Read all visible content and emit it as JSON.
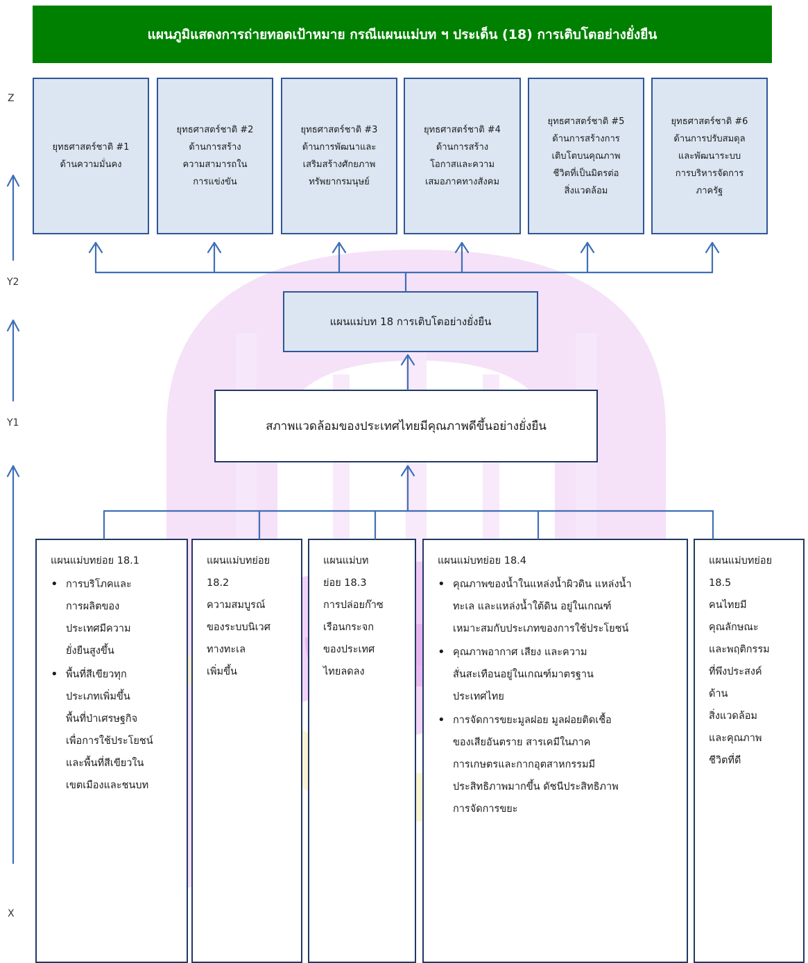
{
  "header": {
    "title": "แผนภูมิแสดงการถ่ายทอดเป้าหมาย กรณีแผนแม่บท ฯ ประเด็น (18) การเติบโตอย่างยั่งยืน"
  },
  "axis": {
    "z": "Z",
    "y2": "Y2",
    "y1": "Y1",
    "x": "X"
  },
  "strategies": [
    {
      "lines": [
        "ยุทธศาสตร์ชาติ #1",
        "ด้านความมั่นคง"
      ]
    },
    {
      "lines": [
        "ยุทธศาสตร์ชาติ #2",
        "ด้านการสร้าง",
        "ความสามารถใน",
        "การแข่งขัน"
      ]
    },
    {
      "lines": [
        "ยุทธศาสตร์ชาติ #3",
        "ด้านการพัฒนาและ",
        "เสริมสร้างศักยภาพ",
        "ทรัพยากรมนุษย์"
      ]
    },
    {
      "lines": [
        "ยุทธศาสตร์ชาติ #4",
        "ด้านการสร้าง",
        "โอกาสและความ",
        "เสมอภาคทางสังคม"
      ]
    },
    {
      "lines": [
        "ยุทธศาสตร์ชาติ #5",
        "ด้านการสร้างการ",
        "เติบโตบนคุณภาพ",
        "ชีวิตที่เป็นมิตรต่อ",
        "สิ่งแวดล้อม"
      ]
    },
    {
      "lines": [
        "ยุทธศาสตร์ชาติ #6",
        "ด้านการปรับสมดุล",
        "และพัฒนาระบบ",
        "การบริหารจัดการ",
        "ภาครัฐ"
      ]
    }
  ],
  "master_plan": {
    "label": "แผนแม่บท 18 การเติบโตอย่างยั่งยืน"
  },
  "goal": {
    "label": "สภาพแวดล้อมของประเทศไทยมีคุณภาพดีขึ้นอย่างยั่งยืน"
  },
  "sub_plans": [
    {
      "title": "แผนแม่บทย่อย 18.1",
      "bullets": [
        [
          "การบริโภคและ",
          "การผลิตของ",
          "ประเทศมีความ",
          "ยั่งยืนสูงขึ้น"
        ],
        [
          "พื้นที่สีเขียวทุก",
          "ประเภทเพิ่มขึ้น",
          "พื้นที่ป่าเศรษฐกิจ",
          "เพื่อการใช้ประโยชน์",
          "และพื้นที่สีเขียวใน",
          "เขตเมืองและชนบท"
        ]
      ]
    },
    {
      "lines": [
        "แผนแม่บทย่อย",
        "18.2",
        "ความสมบูรณ์",
        "ของระบบนิเวศ",
        "ทางทะเล",
        "เพิ่มขึ้น"
      ]
    },
    {
      "lines": [
        "แผนแม่บท",
        "ย่อย 18.3",
        "การปล่อยก๊าซ",
        "เรือนกระจก",
        "ของประเทศ",
        "ไทยลดลง"
      ]
    },
    {
      "title": "แผนแม่บทย่อย 18.4",
      "bullets": [
        [
          "คุณภาพของน้ำในแหล่งน้ำผิวดิน แหล่งน้ำ",
          "ทะเล และแหล่งน้ำใต้ดิน อยู่ในเกณฑ์",
          "เหมาะสมกับประเภทของการใช้ประโยชน์"
        ],
        [
          "คุณภาพอากาศ เสียง และความ",
          "สั่นสะเทือนอยู่ในเกณฑ์มาตรฐาน",
          "ประเทศไทย"
        ],
        [
          "การจัดการขยะมูลฝอย มูลฝอยติดเชื้อ",
          "ของเสียอันตราย สารเคมีในภาค",
          "การเกษตรและกากอุตสาหกรรมมี",
          "ประสิทธิภาพมากขึ้น ดัชนีประสิทธิภาพ",
          "การจัดการขยะ"
        ]
      ]
    },
    {
      "lines": [
        "แผนแม่บทย่อย",
        "18.5",
        "คนไทยมี",
        "คุณลักษณะ",
        "และพฤติกรรม",
        "ที่พึงประสงค์",
        "ด้าน",
        "สิ่งแวดล้อม",
        "และคุณภาพ",
        "ชีวิตที่ดี"
      ]
    }
  ],
  "colors": {
    "header": "#008000",
    "box_fill": "#dce6f2",
    "box_border": "#2f5597",
    "arrow": "#3f6fb5",
    "watermark": "#e9c6f0"
  }
}
